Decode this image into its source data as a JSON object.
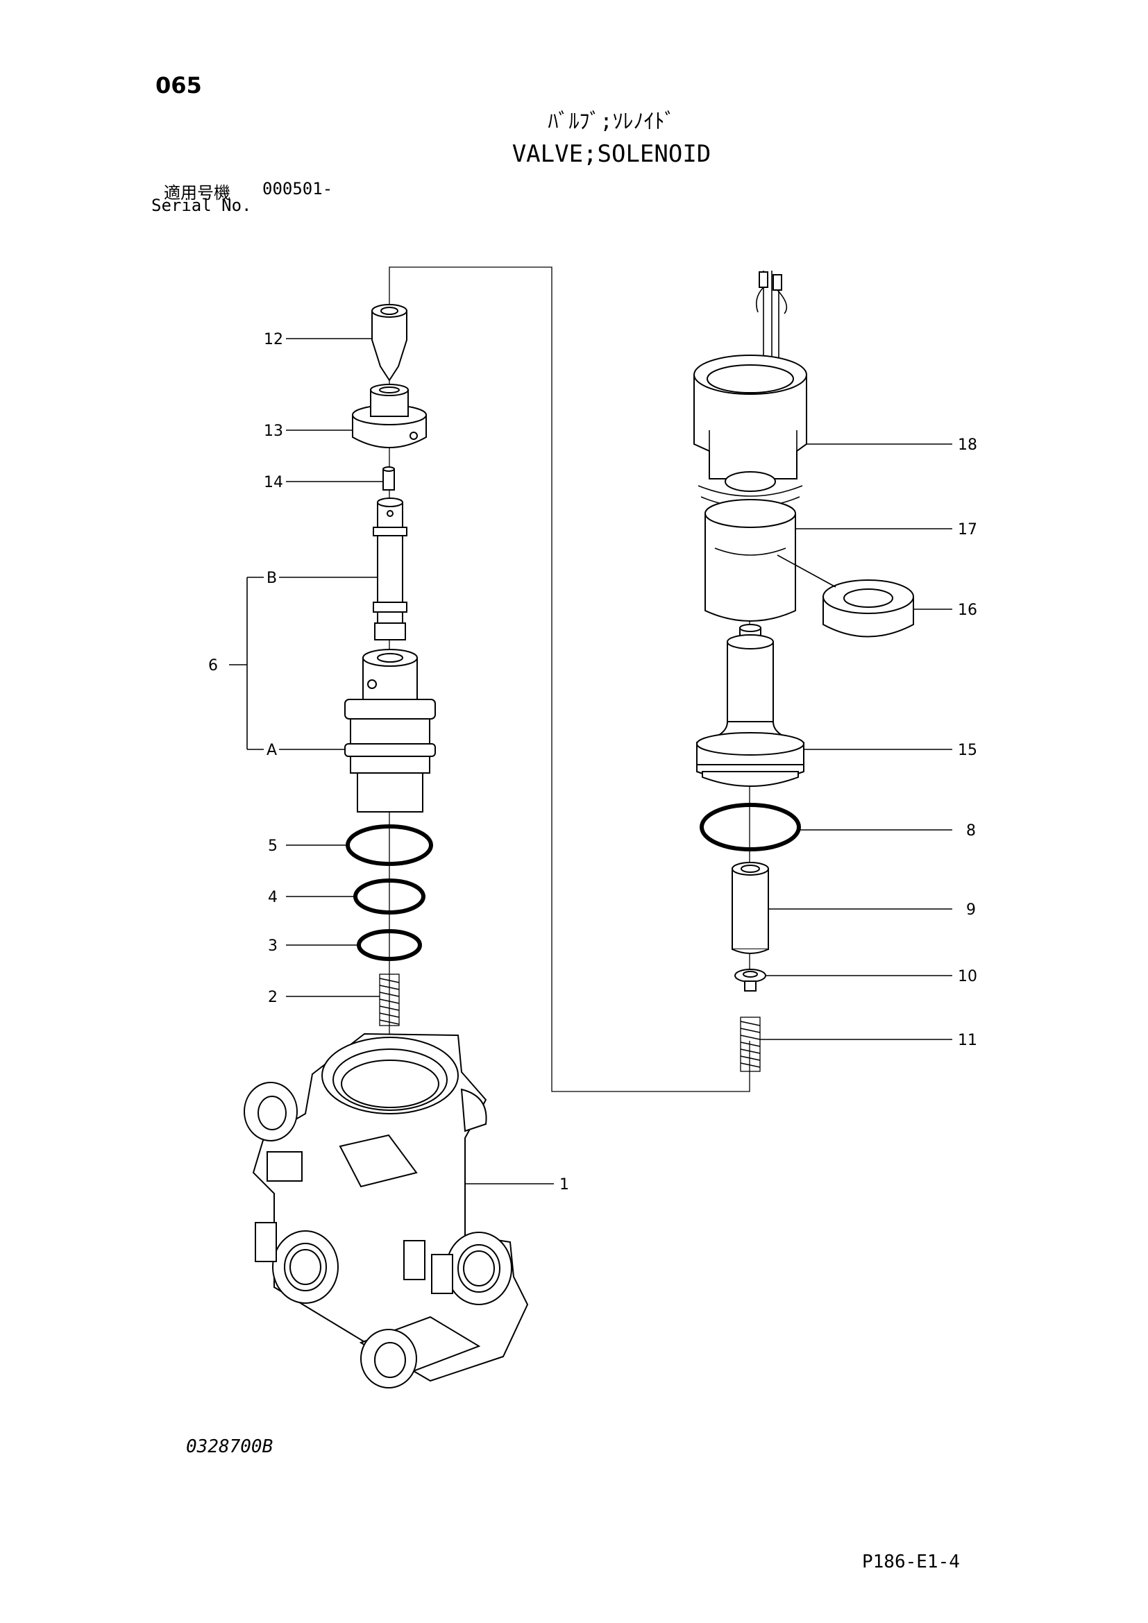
{
  "header": {
    "page_number": "065",
    "title_jp": "ﾊﾞﾙﾌﾞ;ｿﾚﾉｲﾄﾞ",
    "title_en": "VALVE;SOLENOID",
    "serial_label_jp": "適用号機",
    "serial_value": "000501-",
    "serial_label_en": "Serial No."
  },
  "callouts": {
    "p1": "1",
    "p2": "2",
    "p3": "3",
    "p4": "4",
    "p5": "5",
    "p6": "6",
    "a": "A",
    "b": "B",
    "p8": "8",
    "p9": "9",
    "p10": "10",
    "p11": "11",
    "p12": "12",
    "p13": "13",
    "p14": "14",
    "p15": "15",
    "p16": "16",
    "p17": "17",
    "p18": "18"
  },
  "footer": {
    "drawing_code": "0328700B",
    "sheet_code": "P186-E1-4"
  }
}
